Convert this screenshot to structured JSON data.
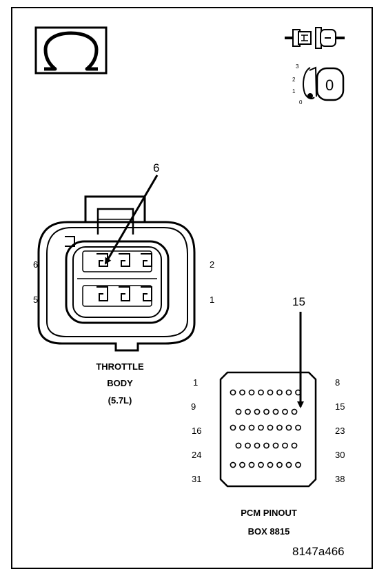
{
  "throttle_body": {
    "title_line1": "THROTTLE",
    "title_line2": "BODY",
    "title_line3": "(5.7L)",
    "callout": "6",
    "pin_labels": {
      "top_left": "6",
      "bottom_left": "5",
      "top_right": "2",
      "bottom_right": "1"
    }
  },
  "pcm": {
    "title_line1": "PCM PINOUT",
    "title_line2": "BOX 8815",
    "callout": "15",
    "row_labels_left": [
      "1",
      "9",
      "16",
      "24",
      "31"
    ],
    "row_labels_right": [
      "8",
      "15",
      "23",
      "30",
      "38"
    ]
  },
  "key_icon": {
    "positions": [
      "3",
      "2",
      "1",
      "0"
    ],
    "key_label": "0"
  },
  "figure_id": "8147a466",
  "colors": {
    "ink": "#000000",
    "paper": "#ffffff"
  }
}
